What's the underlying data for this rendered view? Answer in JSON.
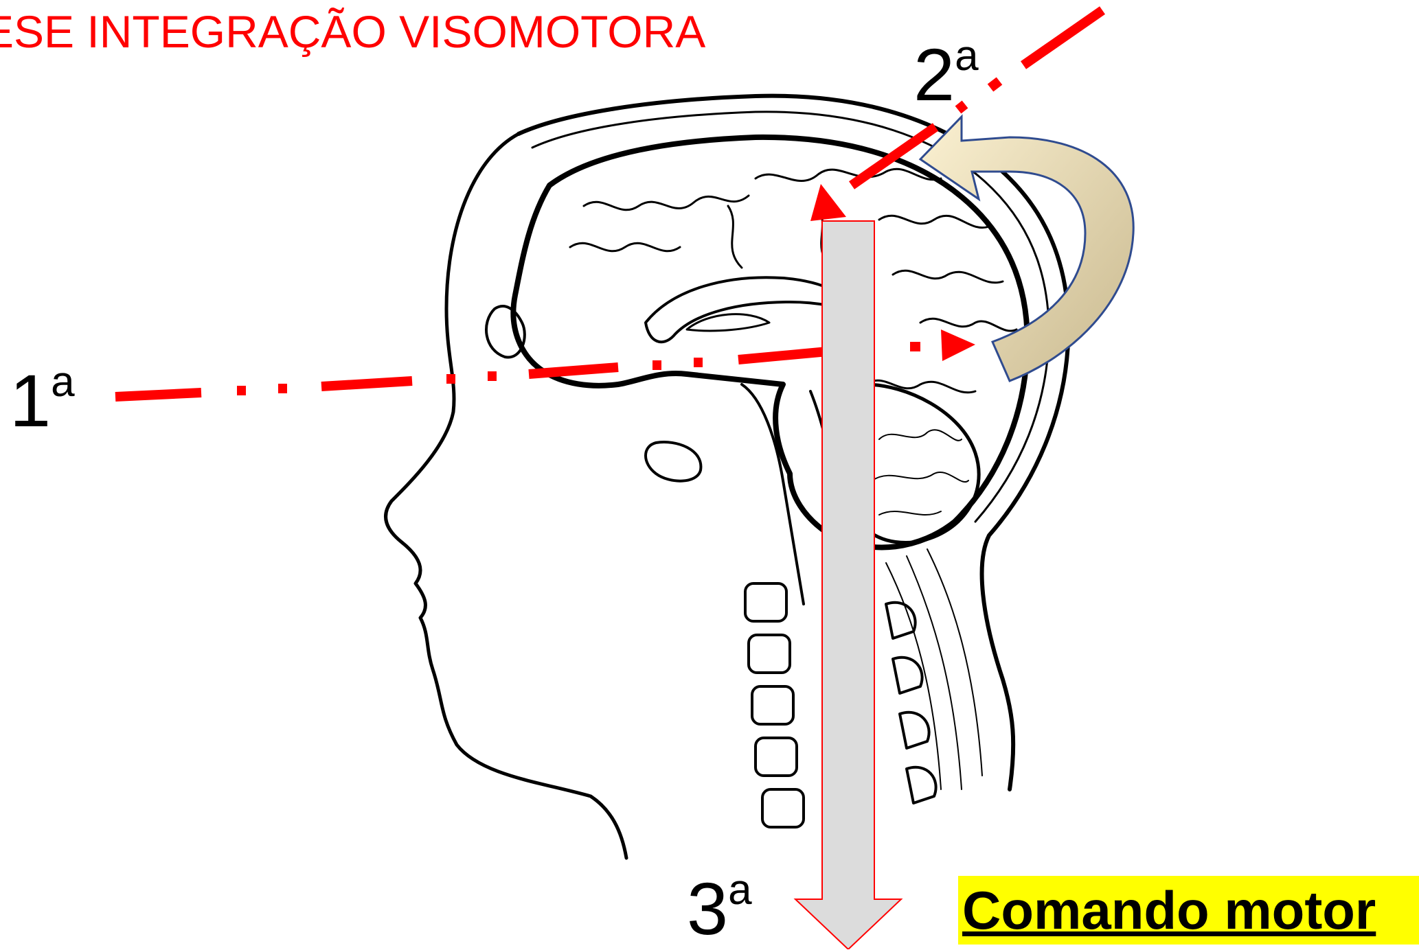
{
  "title": "ESE INTEGRAÇÃO VISOMOTORA",
  "steps": {
    "first": {
      "number": "1",
      "suffix": "a"
    },
    "second": {
      "number": "2",
      "suffix": "a"
    },
    "third": {
      "number": "3",
      "suffix": "a"
    }
  },
  "command_label": "Comando motor",
  "colors": {
    "title": "#ff0000",
    "path": "#ff0000",
    "highlight": "#ffff00",
    "vertical_arrow_fill": "#dcdcdc",
    "curved_arrow_fill": "#f2e6c4",
    "curved_arrow_stroke": "#2f4b8f",
    "line_art": "#000000"
  },
  "icons": [
    "head-sagittal-section-illustration",
    "curved-feedback-arrow",
    "downward-arrow"
  ]
}
